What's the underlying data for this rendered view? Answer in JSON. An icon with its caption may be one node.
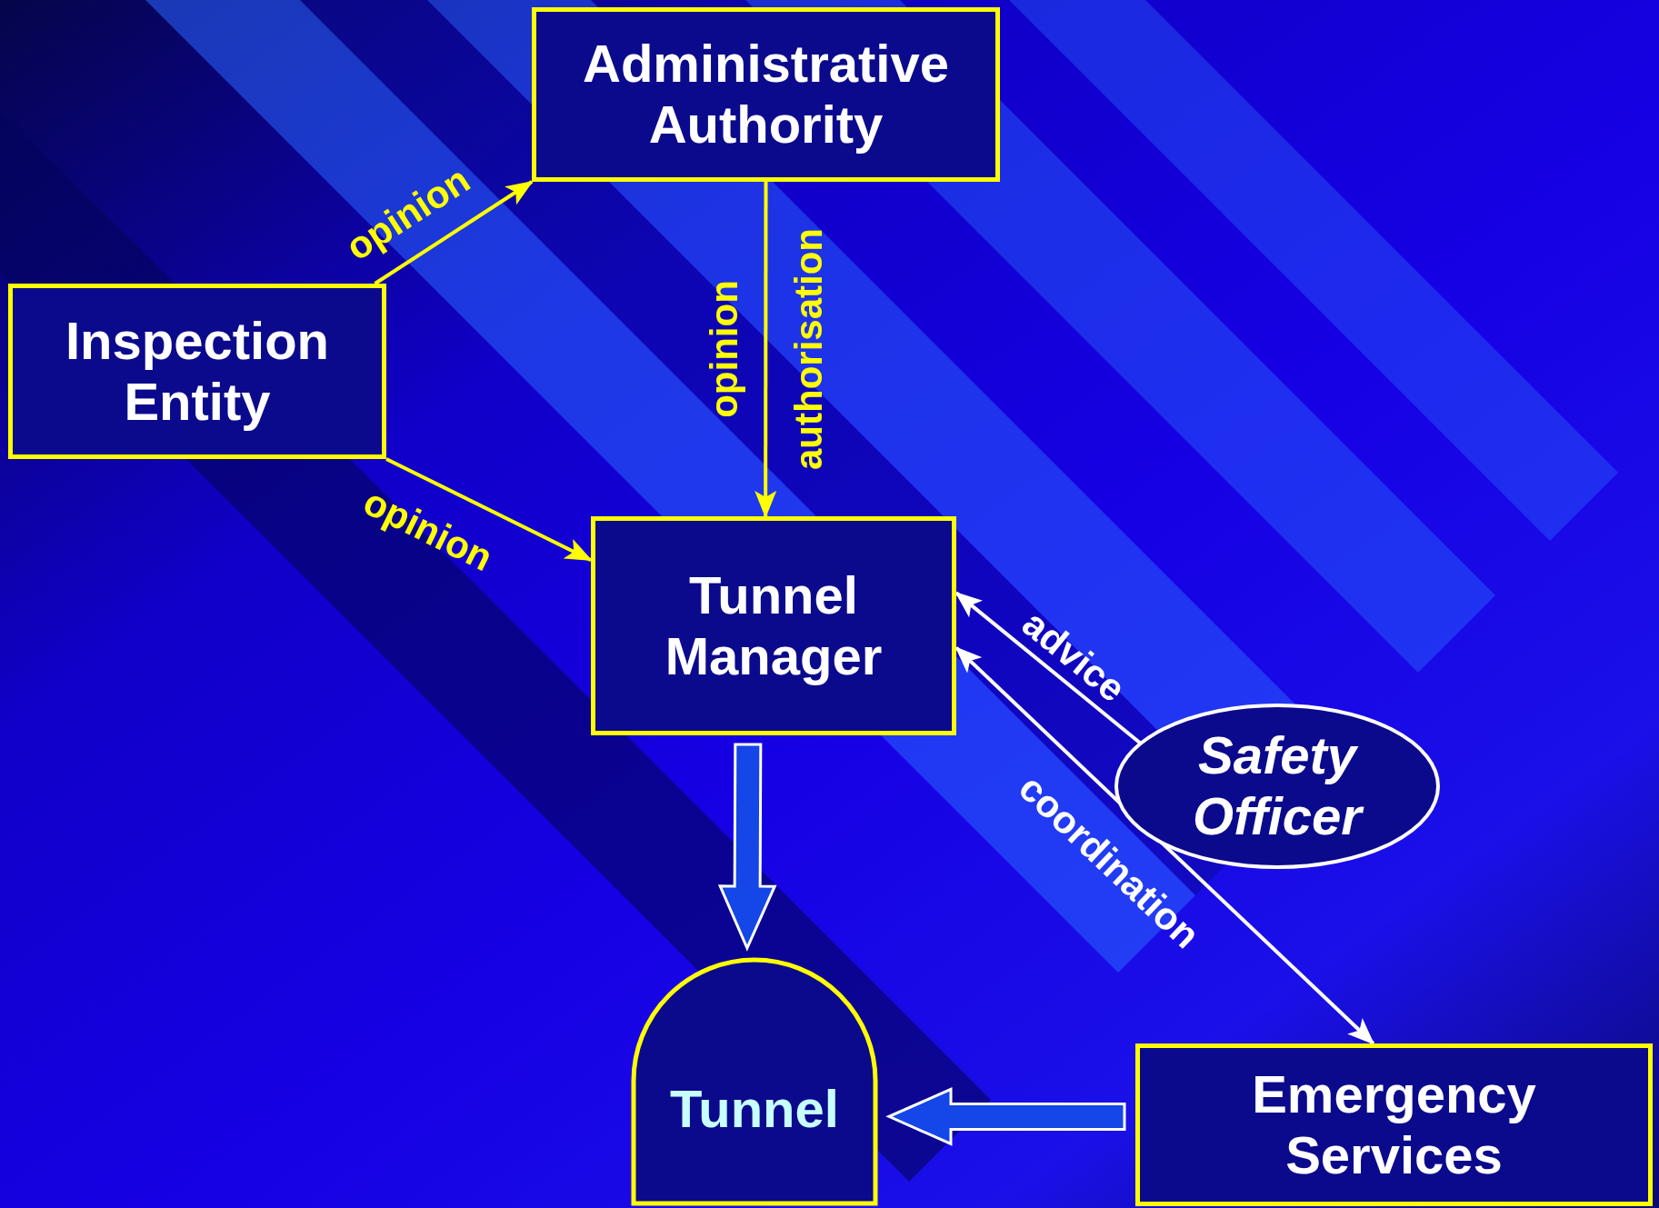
{
  "diagram": {
    "nodes": [
      {
        "text": [
          "Administrative Authority"
        ]
      },
      {
        "text": [
          "Inspection Entity"
        ]
      },
      {
        "text": [
          "Tunnel Manager"
        ]
      },
      {
        "text": [
          "Safety Officer"
        ]
      },
      {
        "text": [
          "Tunnel"
        ]
      },
      {
        "text": [
          "Emergency Services"
        ]
      }
    ],
    "edges": [
      {
        "from": 1,
        "to": 0,
        "arrow": "to",
        "label": "opinion"
      },
      {
        "from": 0,
        "to": 2,
        "arrow": "to",
        "label": "authorisation"
      },
      {
        "from": 1,
        "to": 2,
        "arrow": "to",
        "label": "opinion"
      },
      {
        "from": 3,
        "to": 2,
        "arrow": "to",
        "label": "advice",
        "color": "#ffffff"
      },
      {
        "from": 2,
        "to": 5,
        "arrow": "both",
        "label": "coordination",
        "color": "#ffffff"
      },
      {
        "from": 2,
        "to": 4,
        "arrow": "to",
        "style": "thick",
        "color": "#1446e8"
      },
      {
        "from": 5,
        "to": 4,
        "arrow": "to",
        "style": "thick",
        "color": "#1446e8"
      }
    ],
    "labels": [
      "opinion"
    ]
  }
}
